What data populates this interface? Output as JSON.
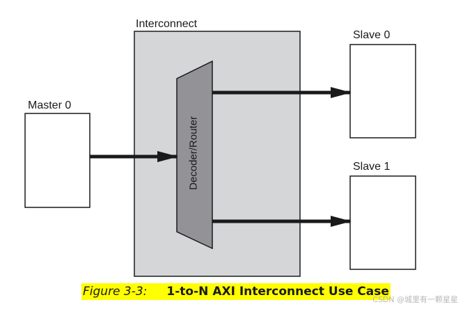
{
  "diagram": {
    "interconnect_label": "Interconnect",
    "router_label": "Decoder/Router",
    "master_label": "Master 0",
    "slave0_label": "Slave 0",
    "slave1_label": "Slave 1",
    "colors": {
      "interconnect_fill": "#d4d6d8",
      "router_fill": "#939397",
      "arrow": "#1a1a1a",
      "caption_highlight": "#ffff00"
    }
  },
  "caption": {
    "figure_number": "Figure 3-3:",
    "title": "1-to-N AXI Interconnect Use Case"
  },
  "watermark": "CSDN @城里有一颗星星"
}
